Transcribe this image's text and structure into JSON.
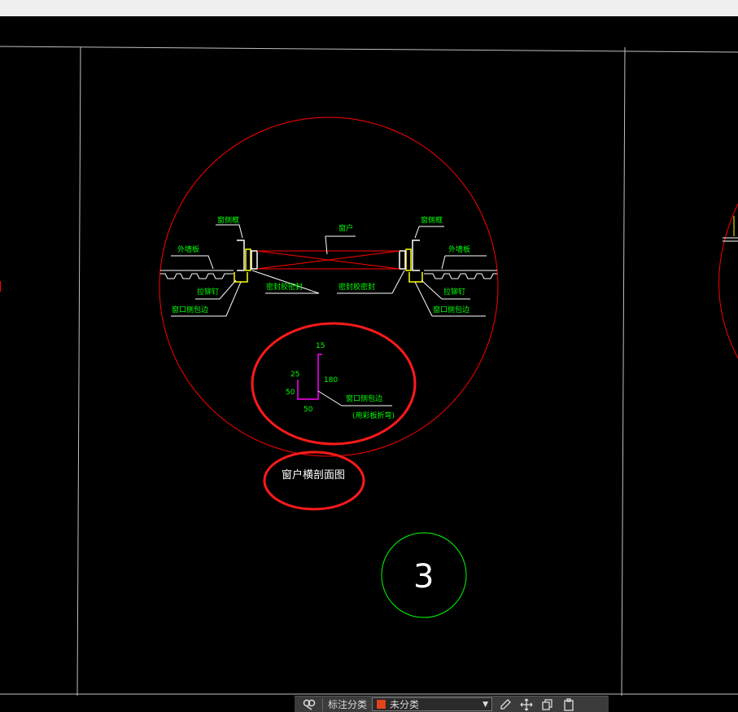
{
  "labels": {
    "left_top": "窗侧框",
    "right_top": "窗侧框",
    "window": "窗户",
    "left_wall": "外墙板",
    "right_wall": "外墙板",
    "left_seal": "密封胶密封",
    "right_seal": "密封胶密封",
    "left_rivet": "拉铆钉",
    "right_rivet": "拉铆钉",
    "left_trim": "窗口侧包边",
    "right_trim": "窗口侧包边"
  },
  "detail": {
    "dim_15": "15",
    "dim_25": "25",
    "dim_180": "180",
    "dim_50_left": "50",
    "dim_50_bottom": "50",
    "trim_name": "窗口侧包边",
    "trim_note": "(用彩板折弯)"
  },
  "section_title": "窗户横剖面图",
  "marker_number": "3",
  "toolbar": {
    "label": "标注分类",
    "select_value": "未分类",
    "swatch_color": "#e0451a"
  },
  "colors": {
    "red": "#ff0000",
    "green": "#00ff00",
    "yellow": "#ffff00",
    "magenta": "#ff00ff",
    "white": "#ffffff"
  }
}
